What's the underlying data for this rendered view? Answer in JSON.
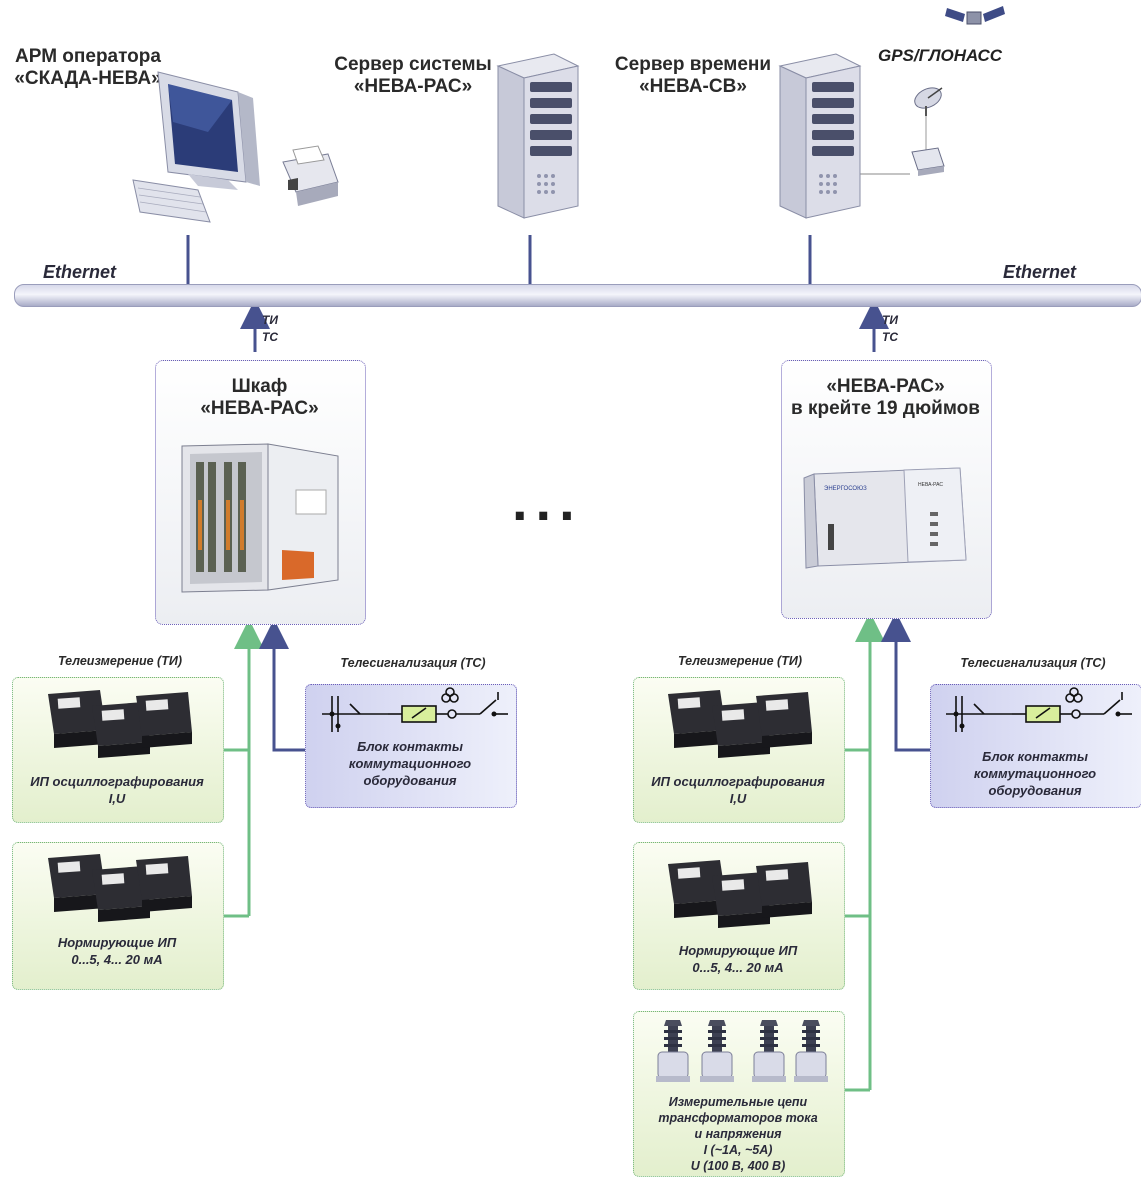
{
  "nodes": {
    "arm": {
      "line1": "АРМ оператора",
      "line2": "«СКАДА-НЕВА»"
    },
    "server_system": {
      "line1": "Сервер системы",
      "line2": "«НЕВА-РАС»"
    },
    "server_time": {
      "line1": "Сервер времени",
      "line2": "«НЕВА-СВ»"
    },
    "gps": "GPS/ГЛОНАСС"
  },
  "ethernet": {
    "left": "Ethernet",
    "right": "Ethernet"
  },
  "signals": {
    "ti": "ТИ",
    "ts": "ТС"
  },
  "cabinet": {
    "line1": "Шкаф",
    "line2": "«НЕВА-РАС»"
  },
  "rack": {
    "line1": "«НЕВА-РАС»",
    "line2": "в крейте 19 дюймов",
    "brand": "ЭНЕРГОСОЮЗ",
    "model": "НЕВА-РАС"
  },
  "ellipsis": "...",
  "left_group": {
    "ti_title": "Телеизмерение (ТИ)",
    "ts_title": "Телесигнализация (ТС)",
    "box1": {
      "line1": "ИП осциллографирования",
      "line2": "I,U"
    },
    "box2": {
      "line1": "Нормирующие ИП",
      "line2": "0...5, 4... 20 мА"
    },
    "ts_box": {
      "line1": "Блок контакты",
      "line2": "коммутационного",
      "line3": "оборудования"
    }
  },
  "right_group": {
    "ti_title": "Телеизмерение (ТИ)",
    "ts_title": "Телесигнализация (ТС)",
    "box1": {
      "line1": "ИП осциллографирования",
      "line2": "I,U"
    },
    "box2": {
      "line1": "Нормирующие ИП",
      "line2": "0...5, 4... 20 мА"
    },
    "box3": {
      "line1": "Измерительные цепи",
      "line2": "трансформаторов тока",
      "line3": "и напряжения",
      "line4": "I (~1A, ~5A)",
      "line5": "U (100 В, 400 В)"
    },
    "ts_box": {
      "line1": "Блок контакты",
      "line2": "коммутационного",
      "line3": "оборудования"
    }
  },
  "colors": {
    "green_line": "#6fbf86",
    "blue_line": "#47528f",
    "ethernet_bus": "#c8cbe0"
  }
}
